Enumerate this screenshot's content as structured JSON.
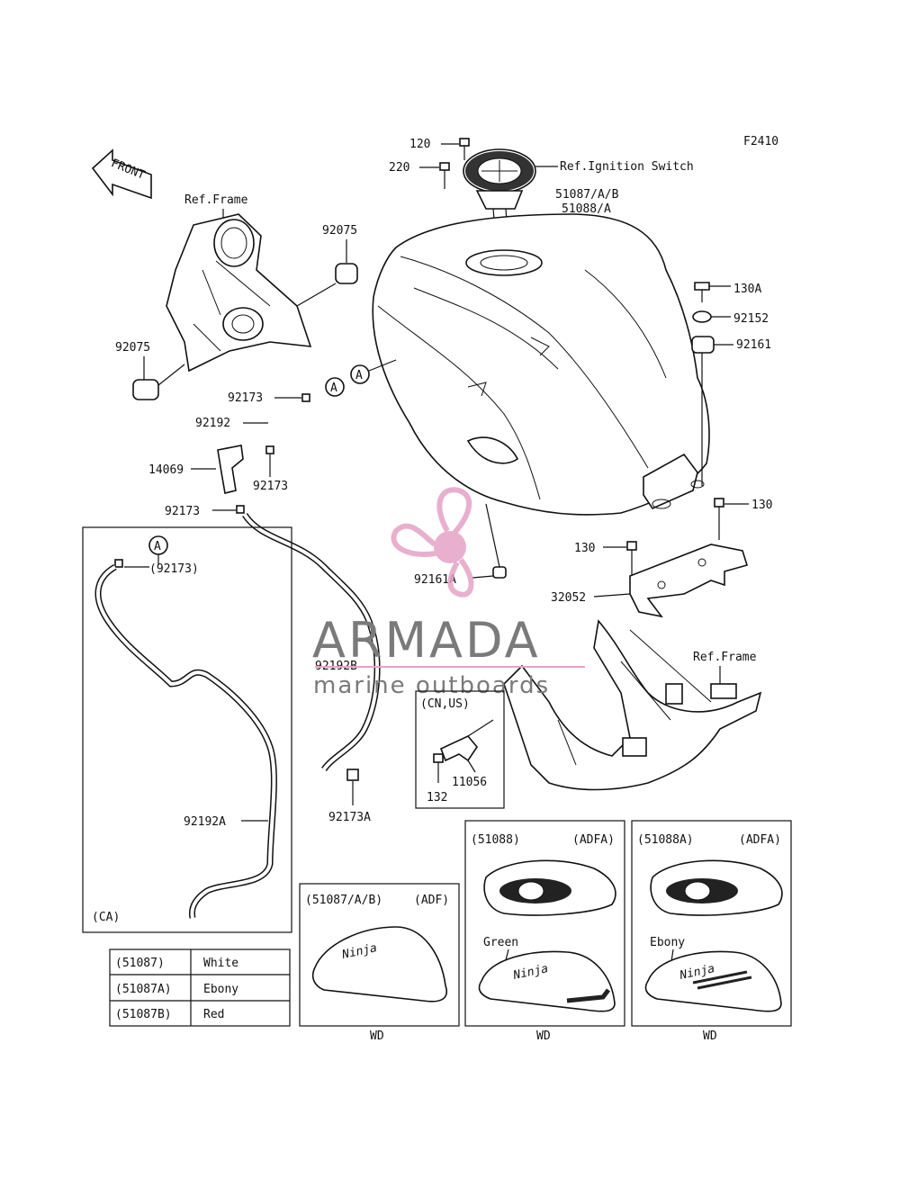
{
  "figure_code": "F2410",
  "front_label": "FRONT",
  "watermark": {
    "brand": "ARMADA",
    "tagline": "marine outboards",
    "accent_color": "#e5a3c6",
    "text_color": "#7a7a7a"
  },
  "callouts": {
    "p120": "120",
    "p220": "220",
    "ignition": "Ref.Ignition Switch",
    "tank1": "51087/A/B",
    "tank2": "51088/A",
    "ref_frame_top": "Ref.Frame",
    "p92075_top": "92075",
    "p92075_left": "92075",
    "p130A": "130A",
    "p92152": "92152",
    "p92161": "92161",
    "p92173_a": "92173",
    "p92192": "92192",
    "p14069": "14069",
    "p92173_b": "92173",
    "p92173_c": "92173",
    "p130_right": "130",
    "p130_mid": "130",
    "p92161A": "92161A",
    "p32052": "32052",
    "ref_frame_right": "Ref.Frame",
    "p92192B": "92192B",
    "p92173A": "92173A",
    "p92173_paren": "(92173)",
    "p92192A": "92192A",
    "marker_a": "A"
  },
  "inset_ca": {
    "label": "(CA)"
  },
  "inset_cnus": {
    "title": "(CN,US)",
    "p132": "132",
    "p11056": "11056"
  },
  "color_table": {
    "rows": [
      {
        "code": "(51087)",
        "color": "White"
      },
      {
        "code": "(51087A)",
        "color": "Ebony"
      },
      {
        "code": "(51087B)",
        "color": "Red"
      }
    ]
  },
  "variant_boxes": [
    {
      "code": "(51087/A/B)",
      "model": "(ADF)",
      "color_note": "",
      "footer": "WD"
    },
    {
      "code": "(51088)",
      "model": "(ADFA)",
      "color_note": "Green",
      "footer": "WD"
    },
    {
      "code": "(51088A)",
      "model": "(ADFA)",
      "color_note": "Ebony",
      "footer": "WD"
    }
  ]
}
